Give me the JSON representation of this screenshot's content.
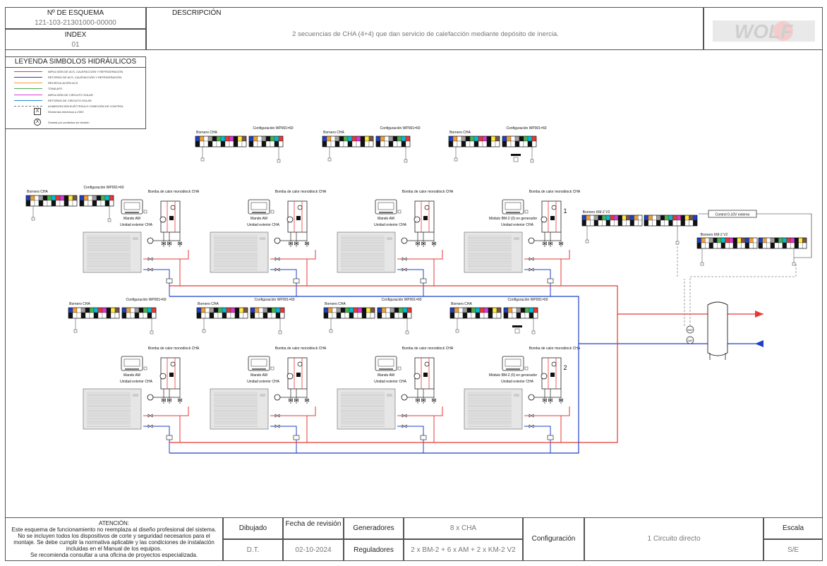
{
  "header": {
    "schema_label": "Nº DE ESQUEMA",
    "schema_number": "121-103-21301000-00000",
    "index_label": "INDEX",
    "index_value": "01",
    "description_label": "DESCRIPCIÓN",
    "description_text": "2 secuencias de CHA (4+4) que dan servicio de calefacción mediante depósito de inercia.",
    "logo_text": "WOLF"
  },
  "legend": {
    "title": "LEYENDA SIMBOLOS HIDRÁULICOS",
    "items": [
      {
        "label": "IMPULSIÓN DE ACS, CALEFACCIÓN Y REFRIGERACIÓN",
        "color": "#e53935",
        "style": "solid"
      },
      {
        "label": "RETORNO DE ACS, CALEFACCIÓN Y REFRIGERACIÓN",
        "color": "#1e40c8",
        "style": "solid"
      },
      {
        "label": "RECIRCULACIÓN ACS",
        "color": "#f0a030",
        "style": "solid"
      },
      {
        "label": "TOMA AFS",
        "color": "#4caf50",
        "style": "solid"
      },
      {
        "label": "IMPULSIÓN DE CIRCUITO SOLAR",
        "color": "#d63ad6",
        "style": "solid"
      },
      {
        "label": "RETORNO DE CIRCUITO SOLAR",
        "color": "#1e8ad6",
        "style": "solid"
      },
      {
        "label": "ALIMENTACIÓN ELÉCTRICA O CONEXIÓN DE CONTROL",
        "color": "#777777",
        "style": "dashed"
      }
    ],
    "symbols": [
      {
        "glyph": "X",
        "label": "Elementos eléctricos a 230V"
      },
      {
        "glyph": "X",
        "label": "Sondas y/o contactos sin tensión"
      }
    ]
  },
  "diagram": {
    "units": [
      {
        "row": 1,
        "col": 1,
        "borneroLabel": "Bornero CHA",
        "configLabel": "Configuración WP001=60",
        "controlLabel": "Mando AM",
        "outdoorLabel": "Unidad exterior CHA",
        "pumpLabel": "Bomba de calor monoblock CHA"
      },
      {
        "row": 1,
        "col": 2,
        "borneroLabel": "Bornero CHA",
        "configLabel": "Configuración WP001=60",
        "controlLabel": "Mando AM",
        "outdoorLabel": "Unidad exterior CHA",
        "pumpLabel": "Bomba de calor monoblock CHA"
      },
      {
        "row": 1,
        "col": 3,
        "borneroLabel": "Bornero CHA",
        "configLabel": "Configuración WP001=60",
        "controlLabel": "Mando AM",
        "outdoorLabel": "Unidad exterior CHA",
        "pumpLabel": "Bomba de calor monoblock CHA"
      },
      {
        "row": 1,
        "col": 4,
        "borneroLabel": "Bornero CHA",
        "configLabel": "Configuración WP001=60",
        "controlLabel": "Módulo BM-2 (0) en generador",
        "outdoorLabel": "Unidad exterior CHA",
        "pumpLabel": "Bomba de calor monoblock CHA",
        "seqNumber": "1"
      },
      {
        "row": 2,
        "col": 1,
        "borneroLabel": "Bornero CHA",
        "configLabel": "Configuración WP001=60",
        "controlLabel": "Mando AM",
        "outdoorLabel": "Unidad exterior CHA",
        "pumpLabel": "Bomba de calor monoblock CHA"
      },
      {
        "row": 2,
        "col": 2,
        "borneroLabel": "Bornero CHA",
        "configLabel": "Configuración WP001=60",
        "controlLabel": "Mando AM",
        "outdoorLabel": "Unidad exterior CHA",
        "pumpLabel": "Bomba de calor monoblock CHA"
      },
      {
        "row": 2,
        "col": 3,
        "borneroLabel": "Bornero CHA",
        "configLabel": "Configuración WP001=60",
        "controlLabel": "Mando AM",
        "outdoorLabel": "Unidad exterior CHA",
        "pumpLabel": "Bomba de calor monoblock CHA"
      },
      {
        "row": 2,
        "col": 4,
        "borneroLabel": "Bornero CHA",
        "configLabel": "Configuración WP001=60",
        "controlLabel": "Módulo BM-2 (0) en generador",
        "outdoorLabel": "Unidad exterior CHA",
        "pumpLabel": "Bomba de calor monoblock CHA",
        "seqNumber": "2"
      }
    ],
    "km2_label_a": "Bornero KM-2 V2",
    "km2_label_b": "Bornero KM-2 V2",
    "control_external": "Control 0-10V externo",
    "saf_label": "SAF",
    "colors": {
      "supply": "#e53935",
      "return": "#1e40c8",
      "control": "#888888"
    }
  },
  "footer": {
    "attention": "ATENCIÓN:",
    "attention_body": "Este esquema de funcionamiento no reemplaza al diseño profesional del sistema. No se incluyen todos los dispositivos de corte y seguridad necesarios para el montaje. Se debe cumplir la normativa aplicable y las condiciones de instalación incluidas en el Manual de los equipos.",
    "attention_note": "Se recomienda consultar a una oficina de proyectos especializada.",
    "drawn_label": "Dibujado",
    "drawn_value": "D.T.",
    "revision_label": "Fecha de revisión",
    "revision_value": "02-10-2024",
    "generators_label": "Generadores",
    "generators_value": "8 x CHA",
    "regulators_label": "Reguladores",
    "regulators_value": "2 x BM-2 + 6 x AM + 2 x KM-2 V2",
    "configuration_label": "Configuración",
    "configuration_value": "1 Circuito directo",
    "scale_label": "Escala",
    "scale_value": "S/E"
  }
}
